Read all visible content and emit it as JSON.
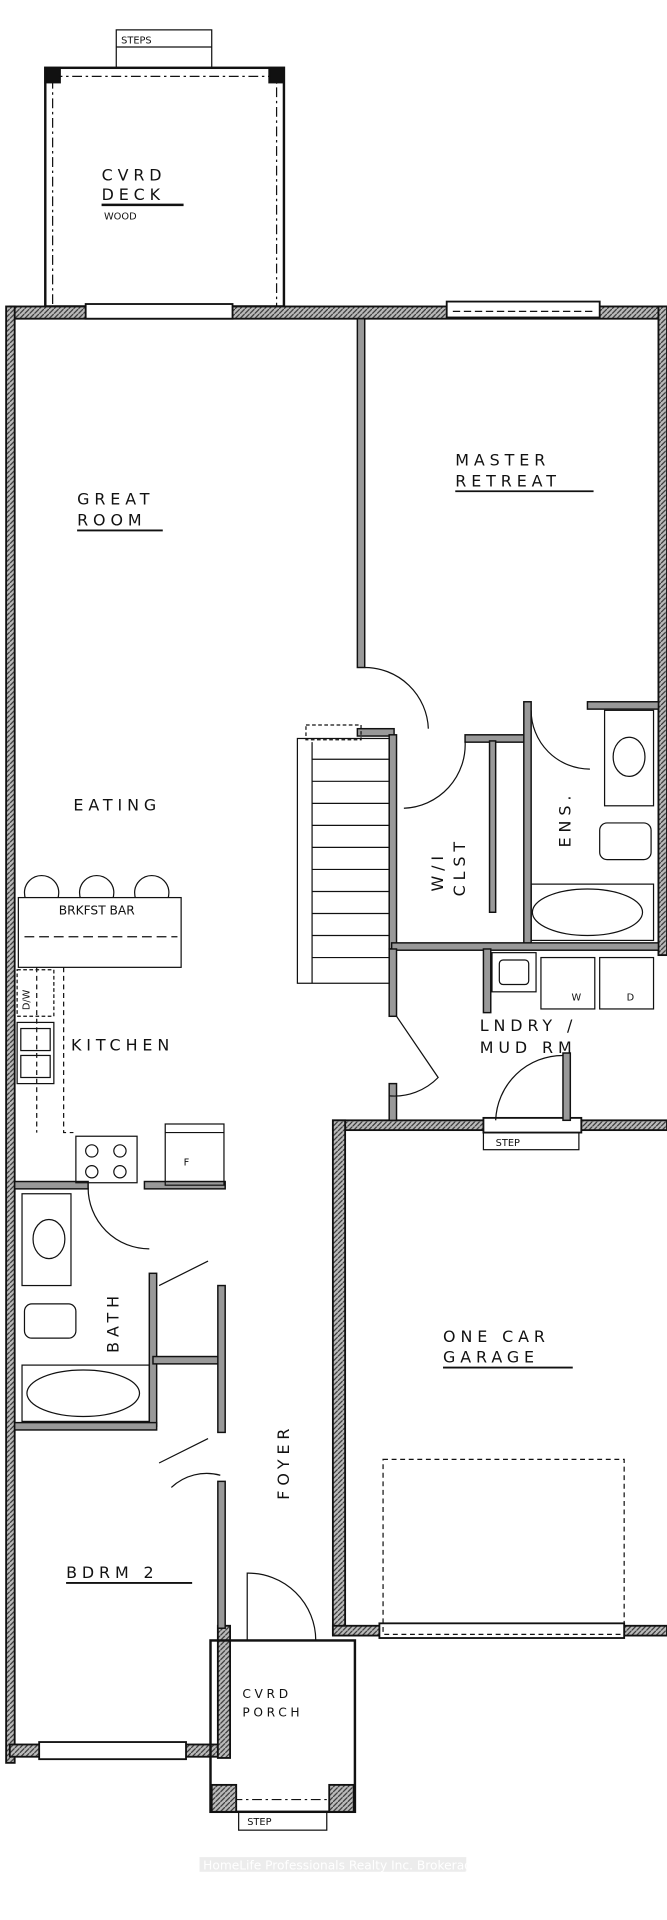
{
  "rooms": {
    "deck": {
      "line1": "CVRD",
      "line2": "DECK",
      "material": "WOOD"
    },
    "deck_steps": "STEPS",
    "master": {
      "line1": "MASTER",
      "line2": "RETREAT"
    },
    "great_room": {
      "line1": "GREAT",
      "line2": "ROOM"
    },
    "eating": "EATING",
    "closet": {
      "line1": "W/I",
      "line2": "CLST"
    },
    "ensuite": "ENS.",
    "brkfst_bar": "BRKFST BAR",
    "dishwasher": "D/W",
    "kitchen": "KITCHEN",
    "fridge": "F",
    "laundry": {
      "line1": "LNDRY /",
      "line2": "MUD RM"
    },
    "washer": "W",
    "dryer": "D",
    "garage_step": "STEP",
    "garage": {
      "line1": "ONE CAR",
      "line2": "GARAGE"
    },
    "bath": "BATH",
    "foyer": "FOYER",
    "bedroom2": "BDRM 2",
    "porch": {
      "line1": "CVRD",
      "line2": "PORCH"
    },
    "porch_step": "STEP"
  },
  "watermark": "HomeLife Professionals Realty Inc. Brokerage"
}
